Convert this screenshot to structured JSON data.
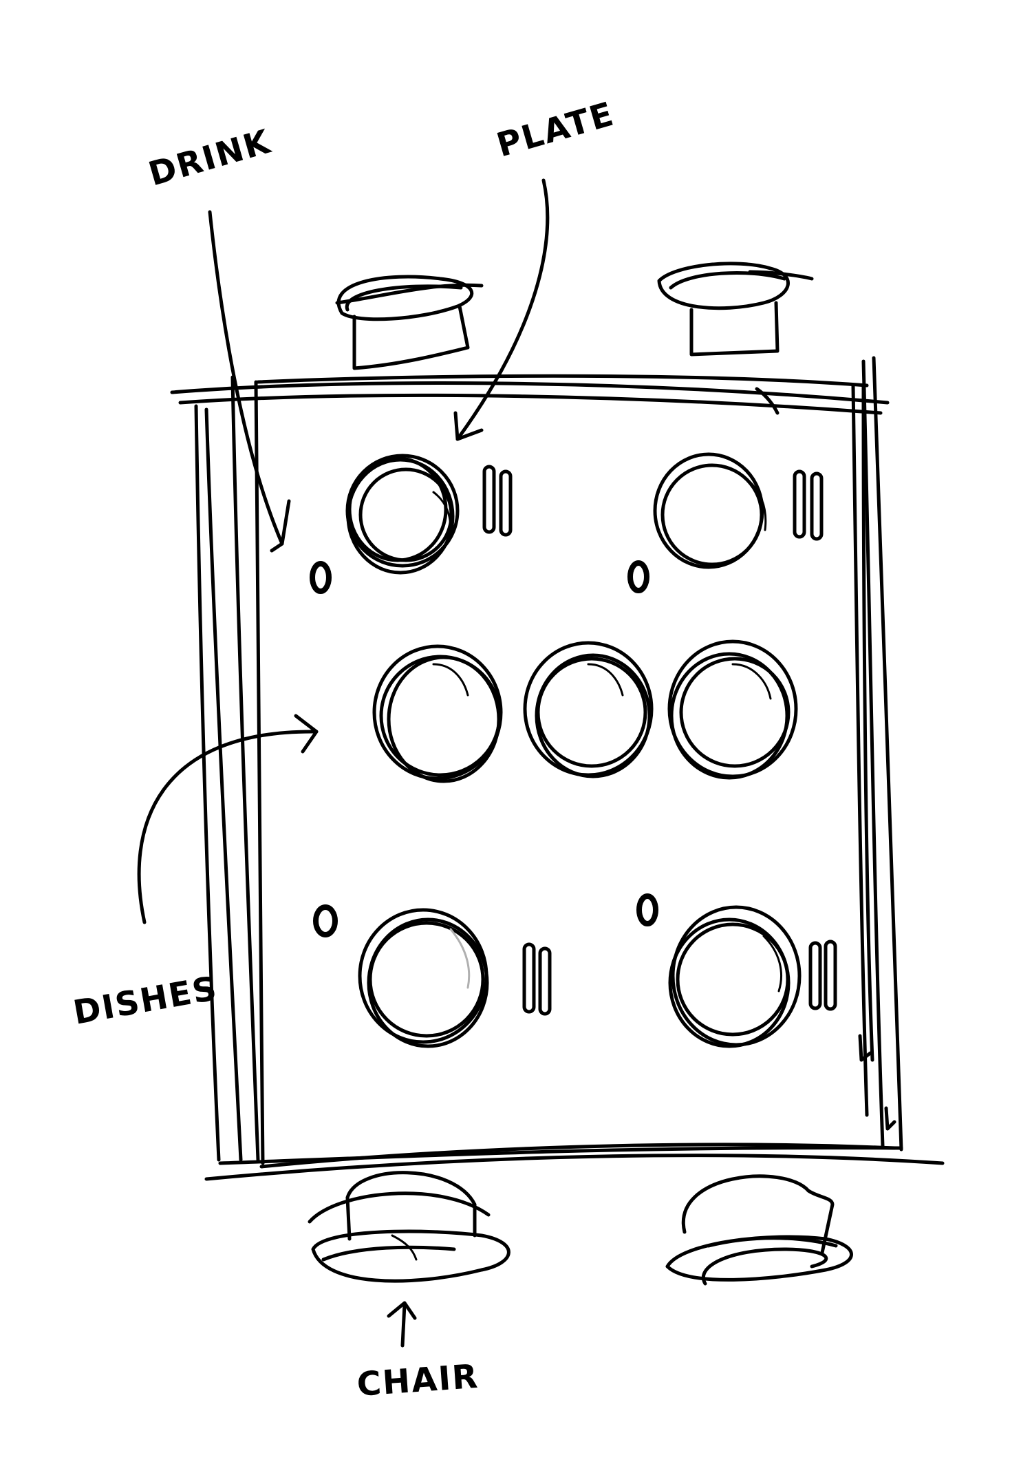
{
  "labels": {
    "drink": "DRINK",
    "plate": "PLATE",
    "dishes": "DISHES",
    "chair": "CHAIR"
  },
  "colors": {
    "ink": "#000000",
    "paper": "#ffffff",
    "shade": "#b0b0b0"
  }
}
